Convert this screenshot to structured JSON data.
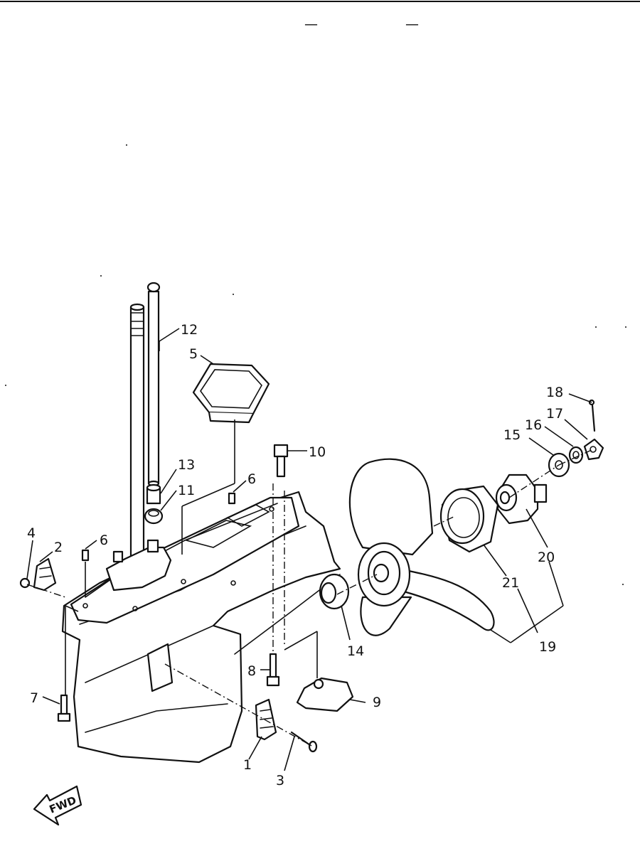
{
  "diagram": {
    "header": {
      "marks": [
        "—",
        "—"
      ]
    },
    "fwd_label": "FWD",
    "callouts": [
      "1",
      "2",
      "3",
      "4",
      "5",
      "6",
      "6",
      "7",
      "8",
      "9",
      "10",
      "11",
      "12",
      "13",
      "14",
      "15",
      "16",
      "17",
      "18",
      "19",
      "20",
      "21"
    ]
  }
}
